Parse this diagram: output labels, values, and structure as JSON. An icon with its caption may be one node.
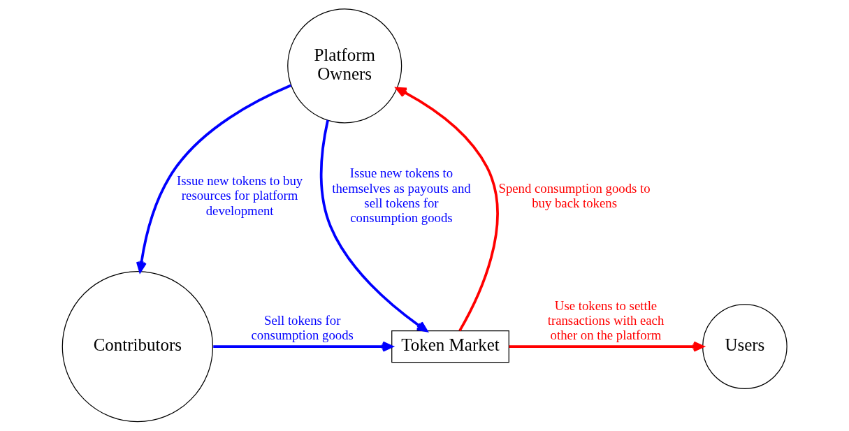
{
  "diagram": {
    "nodes": [
      {
        "text": [
          "Platform Owners"
        ]
      },
      {
        "text": [
          "Users"
        ]
      },
      {
        "text": [
          "Token Market"
        ]
      },
      {
        "text": [
          "Contributors"
        ]
      }
    ],
    "edges": [
      {
        "from": 0,
        "to": 3,
        "arrow": "to",
        "label": "Issue new tokens to buy resources for platform development",
        "color": "#0000ff"
      },
      {
        "from": 0,
        "to": 2,
        "arrow": "to",
        "label": "Issue new tokens to themselves as payouts and sell tokens for consumption goods",
        "color": "#0000ff"
      },
      {
        "from": 2,
        "to": 0,
        "arrow": "to",
        "label": "Spend consumption goods to buy back tokens",
        "color": "#ff0000"
      },
      {
        "from": 2,
        "to": 1,
        "arrow": "to",
        "label": "Use tokens to settle transactions with each other on the platform",
        "color": "#ff0000"
      },
      {
        "from": 3,
        "to": 2,
        "arrow": "to",
        "label": "Sell tokens for consumption goods",
        "color": "#0000ff"
      }
    ]
  }
}
